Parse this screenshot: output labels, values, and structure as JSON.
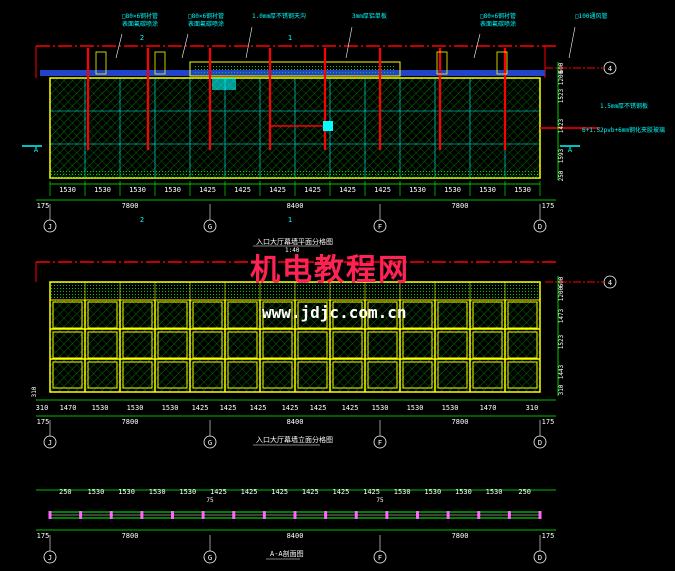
{
  "plan1": {
    "title": "入口大厅幕墙平面分格图",
    "scale": "1:40",
    "top_dims": [
      "1530",
      "1530",
      "1530",
      "1530",
      "1425",
      "1425",
      "1425",
      "1425",
      "1425",
      "1425",
      "1530",
      "1530",
      "1530",
      "1530"
    ],
    "mid_dims": [
      "175",
      "7800",
      "8400",
      "7800",
      "175"
    ],
    "right_dims": [
      "600",
      "1200",
      "1523",
      "1423",
      "1593",
      "250"
    ],
    "axes": [
      "J",
      "G",
      "F",
      "D"
    ],
    "axis4": "4",
    "callouts": [
      "□80×6钢衬管\n表面氟碳喷涂",
      "□80×6钢衬管\n表面氟碳喷涂",
      "1.0mm厚不锈钢天沟",
      "3mm厚铝单板",
      "□80×6钢衬管\n表面氟碳喷涂",
      "□100通风管"
    ],
    "right_notes": [
      "1.5mm厚不锈钢板",
      "6+1.52pvb+6mm钢化夹胶玻璃"
    ],
    "cut_marks": [
      "2",
      "1",
      "A",
      "A",
      "2",
      "1"
    ]
  },
  "plan2": {
    "title": "入口大厅幕墙立面分格图",
    "bottom_dims": [
      "310",
      "1470",
      "1530",
      "1530",
      "1530",
      "1425",
      "1425",
      "1425",
      "1425",
      "1425",
      "1425",
      "1530",
      "1530",
      "1530",
      "1470",
      "310"
    ],
    "mid_dims": [
      "175",
      "7800",
      "8400",
      "7800",
      "175"
    ],
    "right_dims": [
      "600",
      "1200",
      "1473",
      "1523",
      "1443",
      "310"
    ],
    "left_marks": [
      "310"
    ],
    "axes": [
      "J",
      "G",
      "F",
      "D"
    ],
    "axis4": "4"
  },
  "plan3": {
    "title": "A-A剖面图",
    "top_dims": [
      "250",
      "1530",
      "1530",
      "1530",
      "1530",
      "1425",
      "1425",
      "1425",
      "1425",
      "1425",
      "1425",
      "1530",
      "1530",
      "1530",
      "1530",
      "250"
    ],
    "mid_marks": [
      "75",
      "75"
    ],
    "mid_dims": [
      "175",
      "7800",
      "8400",
      "7800",
      "175"
    ],
    "axes": [
      "J",
      "G",
      "F",
      "D"
    ]
  },
  "watermark": {
    "title": "机电教程网",
    "url": "www.jdjc.com.cn"
  },
  "colors": {
    "background": "#000000",
    "outline": "#ffff00",
    "grid": "#00ffff",
    "mullion": "#ff0000",
    "glass_hatch": "#00aa00",
    "dim": "#00ff00",
    "text": "#ffffff"
  }
}
